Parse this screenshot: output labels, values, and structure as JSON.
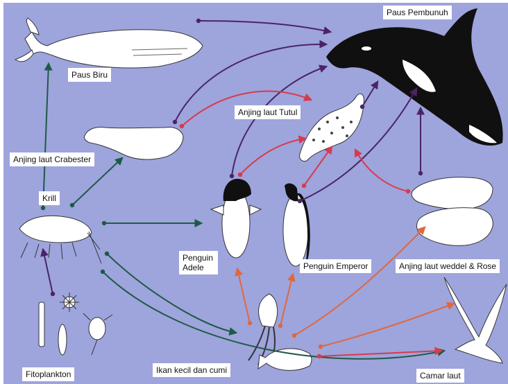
{
  "colors": {
    "background": "#9ea4dc",
    "green": "#1e5a45",
    "purple": "#4a2466",
    "red": "#d83a4c",
    "orange": "#e0673e"
  },
  "labels": {
    "paus_pembunuh": "Paus Pembunuh",
    "paus_biru": "Paus Biru",
    "anjing_laut_tutul": "Anjing laut Tutul",
    "anjing_laut_crabester": "Anjing laut Crabester",
    "krill": "Krill",
    "penguin_adele": "Penguin Adele",
    "penguin_emperor": "Penguin Emperor",
    "anjing_laut_weddel_rose": "Anjing laut weddel & Rose",
    "fitoplankton": "Fitoplankton",
    "ikan_kecil_cumi": "Ikan kecil dan cumi",
    "camar_laut": "Camar laut"
  },
  "organisms": [
    {
      "name": "killer-whale",
      "icon": "orca"
    },
    {
      "name": "blue-whale",
      "icon": "whale"
    },
    {
      "name": "leopard-seal",
      "icon": "spotted-seal"
    },
    {
      "name": "crabeater-seal",
      "icon": "seal"
    },
    {
      "name": "krill",
      "icon": "shrimp"
    },
    {
      "name": "adelie-penguin",
      "icon": "penguin"
    },
    {
      "name": "emperor-penguin",
      "icon": "penguin"
    },
    {
      "name": "weddell-ross-seals",
      "icon": "seal"
    },
    {
      "name": "phytoplankton",
      "icon": "plankton"
    },
    {
      "name": "squid",
      "icon": "squid"
    },
    {
      "name": "small-fish",
      "icon": "fish"
    },
    {
      "name": "seagull",
      "icon": "bird"
    }
  ]
}
